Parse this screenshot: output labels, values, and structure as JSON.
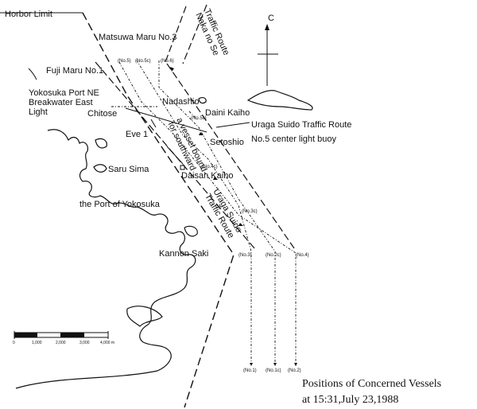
{
  "title_lines": [
    "Positions of Concerned Vessels",
    "at 15:31,July 23,1988"
  ],
  "labels": {
    "harbor_limit": "Horbor Limit",
    "matsuwa": "Matsuwa Maru No.3",
    "fuji": "Fuji Maru No.1",
    "breakwater": [
      "Yokosuka Port NE",
      "Breakwater East",
      "Light"
    ],
    "chitose": "Chitose",
    "eve": "Eve 1",
    "nadashio": "Nadashio",
    "daini_kaiho": "Daini Kaiho",
    "uraga_buoy": [
      "Uraga Suido Traffic Route",
      "No.5 center light buoy"
    ],
    "setoshio": "Setoshio",
    "saru_sima": "Saru Sima",
    "daisan_kaiho": "Daisan Kaiho",
    "port": "the Port of Yokosuka",
    "kannon_saki": "Kannon Saki",
    "vessel_bound": [
      "a vessel bound",
      "for southward"
    ],
    "naka_no_se": [
      "Naka no Se",
      "Traffic Route"
    ],
    "uraga_route": [
      "Uraga Suido",
      "Traffic Route"
    ]
  },
  "positions": {
    "no5": "(No.5)",
    "no5c": "(No.5c)",
    "no6": "(No.6)",
    "no5c_mid": "(No.5c)",
    "no4c": "(No.4c)",
    "no3c": "(No.3c)",
    "no3": "(No.3)",
    "no2c": "(No.2c)",
    "no4": "(No.4)",
    "no1": "(No.1)",
    "no1c": "(No.1c)",
    "no2": "(No.2)"
  },
  "scale_ticks": [
    "0",
    "1,000",
    "2,000",
    "3,000",
    "4,000 m"
  ],
  "compass_letter": "C"
}
